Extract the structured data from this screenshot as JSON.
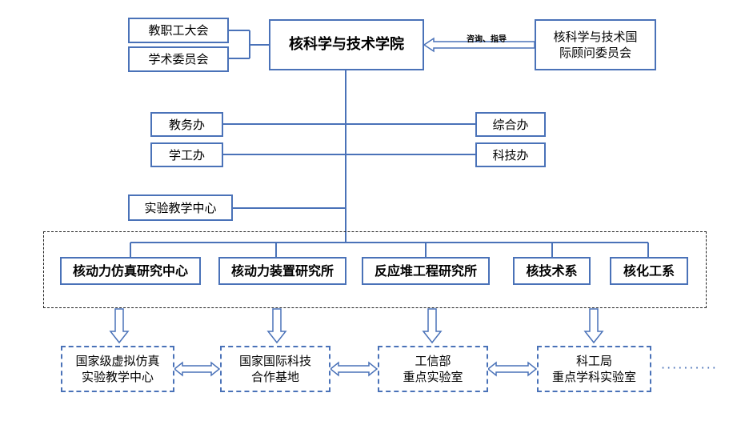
{
  "top": {
    "title": "核科学与技术学院",
    "left_boxes": [
      "教职工大会",
      "学术委员会"
    ],
    "right_box": "核科学与技术国\n际顾问委员会",
    "arrow_label": "咨询、指导"
  },
  "offices": {
    "left": [
      "教务办",
      "学工办"
    ],
    "right": [
      "综合办",
      "科技办"
    ],
    "lab_center": "实验教学中心"
  },
  "units": [
    "核动力仿真研究中心",
    "核动力装置研究所",
    "反应堆工程研究所",
    "核技术系",
    "核化工系"
  ],
  "platforms": [
    "国家级虚拟仿真\n实验教学中心",
    "国家国际科技\n合作基地",
    "工信部\n重点实验室",
    "科工局\n重点学科实验室"
  ],
  "colors": {
    "line": "#4a72b8",
    "frame": "#222222"
  }
}
